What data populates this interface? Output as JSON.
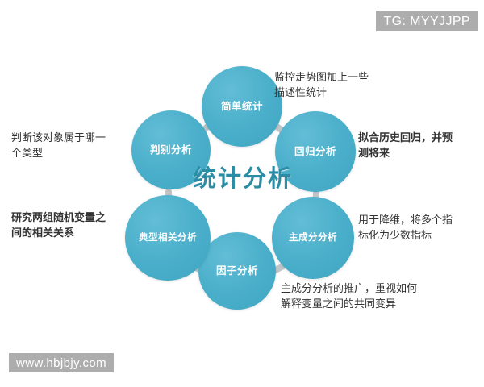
{
  "watermarks": {
    "telegram": "TG: MYYJJPP",
    "site": "www.hbjbjy.com"
  },
  "diagram": {
    "center_title": "统计分析",
    "nodes": [
      {
        "id": "simple-statistics",
        "label": "简单统计",
        "position": "top"
      },
      {
        "id": "regression-analysis",
        "label": "回归分析",
        "position": "upper-right"
      },
      {
        "id": "principal-component",
        "label": "主成分分析",
        "position": "lower-right"
      },
      {
        "id": "factor-analysis",
        "label": "因子分析",
        "position": "bottom"
      },
      {
        "id": "canonical-correlation",
        "label": "典型相关分析",
        "position": "lower-left"
      },
      {
        "id": "discriminant-analysis",
        "label": "判别分析",
        "position": "upper-left"
      }
    ],
    "annotations": [
      {
        "for": "simple-statistics",
        "text": "监控走势图加上一些\n描述性统计"
      },
      {
        "for": "regression-analysis",
        "text": "拟合历史回归，并预\n测将来"
      },
      {
        "for": "principal-component",
        "text": "用于降维，将多个指\n标化为少数指标"
      },
      {
        "for": "factor-analysis",
        "text": "主成分分析的推广，重视如何\n解释变量之间的共同变异"
      },
      {
        "for": "canonical-correlation",
        "text": "研究两组随机变量之\n间的相关关系"
      },
      {
        "for": "discriminant-analysis",
        "text": "判断该对象属于哪一\n个类型"
      }
    ]
  },
  "colors": {
    "node_fill": "#4aafca",
    "center_title": "#2a8ca5",
    "connector": "#c2c6c8",
    "watermark_bg": "#adadad",
    "background": "#ffffff"
  }
}
